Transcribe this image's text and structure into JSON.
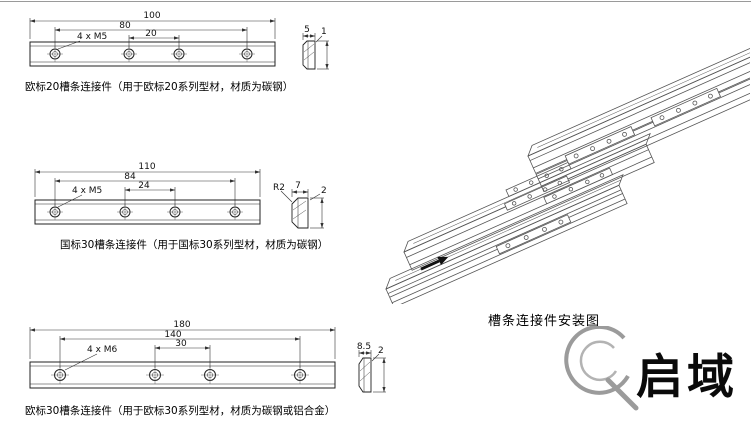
{
  "palette": {
    "background": "#ffffff",
    "ink": "#222222",
    "dim_line": "#333333",
    "logo_gray": "#9b9b9b"
  },
  "icons": {
    "insert_direction_arrow": "➤"
  },
  "drawings": [
    {
      "caption": "欧标20槽条连接件（用于欧标20系列型材，材质为碳钢）",
      "dims": {
        "overall": "100",
        "span": "80",
        "pitch": "20",
        "thread": "4 x M5"
      },
      "section": {
        "width": "5",
        "thickness": "1"
      }
    },
    {
      "caption": "国标30槽条连接件（用于国标30系列型材，材质为碳钢）",
      "dims": {
        "overall": "110",
        "span": "84",
        "pitch": "24",
        "thread": "4 x M5"
      },
      "section": {
        "width": "7",
        "thickness": "2",
        "radius": "R2"
      }
    },
    {
      "caption": "欧标30槽条连接件（用于欧标30系列型材，材质为碳钢或铝合金）",
      "dims": {
        "overall": "180",
        "span": "140",
        "pitch": "30",
        "thread": "4 x M6"
      },
      "section": {
        "width": "8.5",
        "thickness": "2"
      }
    }
  ],
  "installation": {
    "caption": "槽条连接件安装图"
  },
  "logo": {
    "brand": "启域"
  }
}
